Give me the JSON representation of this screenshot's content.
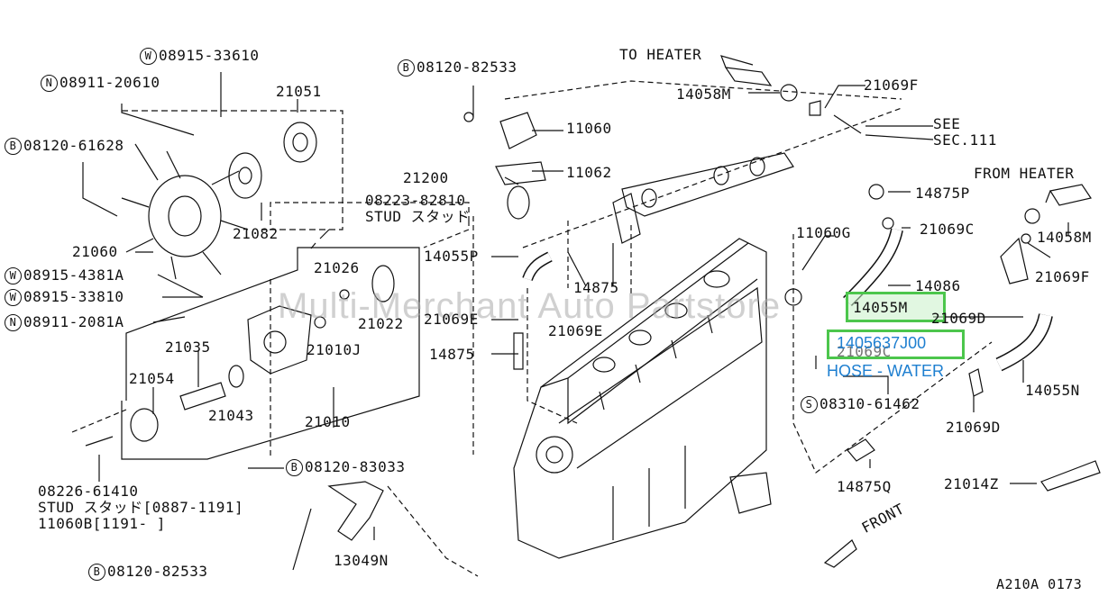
{
  "watermark": "Multi-Merchant Auto Partstore",
  "figure_id": "A210A 0173",
  "highlight": {
    "part_no": "14055M",
    "sub_label": "21069C",
    "selected_number": "1405637J00",
    "description": "HOSE - WATER",
    "accent_color": "#4cc64c",
    "text_color": "#1e7fd0"
  },
  "annotations": {
    "to_heater": "TO HEATER",
    "from_heater": "FROM HEATER",
    "see": "SEE",
    "sec": "SEC.111",
    "front": "FRONT"
  },
  "callouts": [
    {
      "id": "w-08915-33610",
      "prefix": "W",
      "text": "08915-33610"
    },
    {
      "id": "n-08911-20610",
      "prefix": "N",
      "text": "08911-20610"
    },
    {
      "id": "21051",
      "prefix": "",
      "text": "21051"
    },
    {
      "id": "b-08120-61628",
      "prefix": "B",
      "text": "08120-61628"
    },
    {
      "id": "21082",
      "prefix": "",
      "text": "21082"
    },
    {
      "id": "21060",
      "prefix": "",
      "text": "21060"
    },
    {
      "id": "w-08915-4381a",
      "prefix": "W",
      "text": "08915-4381A"
    },
    {
      "id": "w-08915-33810",
      "prefix": "W",
      "text": "08915-33810"
    },
    {
      "id": "n-08911-2081a",
      "prefix": "N",
      "text": "08911-2081A"
    },
    {
      "id": "21026",
      "prefix": "",
      "text": "21026"
    },
    {
      "id": "21022",
      "prefix": "",
      "text": "21022"
    },
    {
      "id": "21035",
      "prefix": "",
      "text": "21035"
    },
    {
      "id": "21010j",
      "prefix": "",
      "text": "21010J"
    },
    {
      "id": "21054",
      "prefix": "",
      "text": "21054"
    },
    {
      "id": "21043",
      "prefix": "",
      "text": "21043"
    },
    {
      "id": "21010",
      "prefix": "",
      "text": "21010"
    },
    {
      "id": "08226-61410",
      "prefix": "",
      "text": "08226-61410"
    },
    {
      "id": "stud-1",
      "prefix": "",
      "text": "STUD スタッド[0887-1191]"
    },
    {
      "id": "11060b",
      "prefix": "",
      "text": "11060B[1191-     ]"
    },
    {
      "id": "b-08120-83033",
      "prefix": "B",
      "text": "08120-83033"
    },
    {
      "id": "b-08120-82533-bottom",
      "prefix": "B",
      "text": "08120-82533"
    },
    {
      "id": "13049n",
      "prefix": "",
      "text": "13049N"
    },
    {
      "id": "b-08120-82533-top",
      "prefix": "B",
      "text": "08120-82533"
    },
    {
      "id": "11060",
      "prefix": "",
      "text": "11060"
    },
    {
      "id": "21200",
      "prefix": "",
      "text": "21200"
    },
    {
      "id": "11062",
      "prefix": "",
      "text": "11062"
    },
    {
      "id": "08223-82810",
      "prefix": "",
      "text": "08223-82810"
    },
    {
      "id": "stud-2",
      "prefix": "",
      "text": "STUD スタッド"
    },
    {
      "id": "14055p",
      "prefix": "",
      "text": "14055P"
    },
    {
      "id": "14875-a",
      "prefix": "",
      "text": "14875"
    },
    {
      "id": "21069e-left",
      "prefix": "",
      "text": "21069E"
    },
    {
      "id": "21069e-right",
      "prefix": "",
      "text": "21069E"
    },
    {
      "id": "14875-b",
      "prefix": "",
      "text": "14875"
    },
    {
      "id": "14058m-top",
      "prefix": "",
      "text": "14058M"
    },
    {
      "id": "21069f-top",
      "prefix": "",
      "text": "21069F"
    },
    {
      "id": "14875p",
      "prefix": "",
      "text": "14875P"
    },
    {
      "id": "21069c",
      "prefix": "",
      "text": "21069C"
    },
    {
      "id": "11060g",
      "prefix": "",
      "text": "11060G"
    },
    {
      "id": "14086",
      "prefix": "",
      "text": "14086"
    },
    {
      "id": "21069d-top",
      "prefix": "",
      "text": "21069D"
    },
    {
      "id": "14058m-right",
      "prefix": "",
      "text": "14058M"
    },
    {
      "id": "21069f-right",
      "prefix": "",
      "text": "21069F"
    },
    {
      "id": "s-08310-61462",
      "prefix": "S",
      "text": "08310-61462"
    },
    {
      "id": "14055n",
      "prefix": "",
      "text": "14055N"
    },
    {
      "id": "21069d-bottom",
      "prefix": "",
      "text": "21069D"
    },
    {
      "id": "14875q",
      "prefix": "",
      "text": "14875Q"
    },
    {
      "id": "21014z",
      "prefix": "",
      "text": "21014Z"
    }
  ]
}
